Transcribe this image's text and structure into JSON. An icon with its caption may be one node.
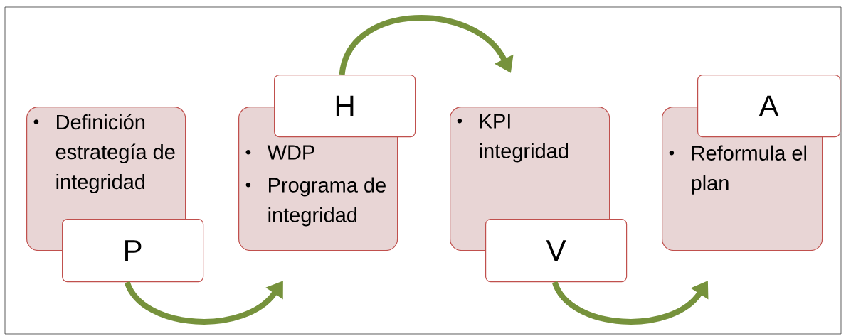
{
  "diagram": {
    "nodes": [
      {
        "text": [
          "Definición estrategía de integridad"
        ]
      },
      {
        "text": [
          "P"
        ]
      },
      {
        "text": [
          "WDP",
          "Programa de integridad"
        ]
      },
      {
        "text": [
          "H"
        ]
      },
      {
        "text": [
          "KPI integridad"
        ]
      },
      {
        "text": [
          "V"
        ]
      },
      {
        "text": [
          "Reformula el plan"
        ]
      },
      {
        "text": [
          "A"
        ]
      }
    ],
    "edges": [
      {
        "from": 1,
        "to": null,
        "arrow": "to"
      },
      {
        "from": 3,
        "to": null,
        "arrow": "to"
      },
      {
        "from": 5,
        "to": null,
        "arrow": "to"
      }
    ]
  }
}
